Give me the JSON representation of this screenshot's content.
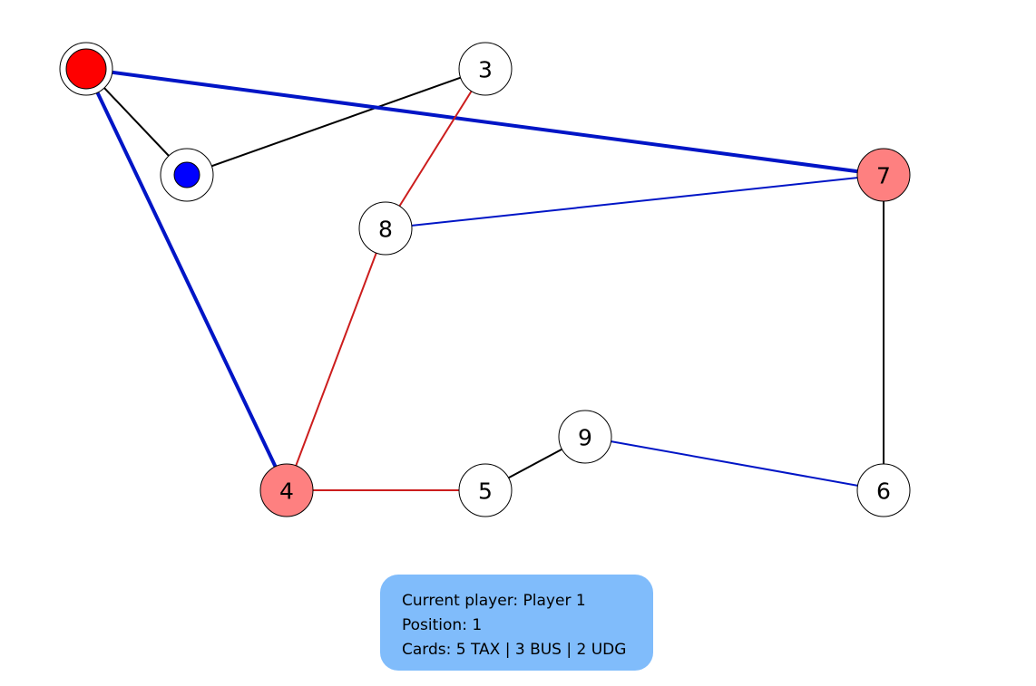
{
  "board": {
    "colors": {
      "default_node": "#ffffff",
      "highlighted_node": "#fe8080",
      "taxi_edge": "#000000",
      "bus_edge": "#0015c6",
      "underground_edge": "#cc1d1d",
      "player_1_token": "#fe0000",
      "player_2_token": "#0000ff"
    },
    "nodes": [
      {
        "id": "1",
        "label": "",
        "state": "occupied",
        "token": "player-1"
      },
      {
        "id": "2",
        "label": "",
        "state": "occupied",
        "token": "player-2"
      },
      {
        "id": "3",
        "label": "3",
        "state": "default"
      },
      {
        "id": "4",
        "label": "4",
        "state": "highlighted"
      },
      {
        "id": "5",
        "label": "5",
        "state": "default"
      },
      {
        "id": "6",
        "label": "6",
        "state": "default"
      },
      {
        "id": "7",
        "label": "7",
        "state": "highlighted"
      },
      {
        "id": "8",
        "label": "8",
        "state": "default"
      },
      {
        "id": "9",
        "label": "9",
        "state": "default"
      }
    ],
    "edges": [
      {
        "from": "1",
        "to": "2",
        "type": "taxi",
        "active": false
      },
      {
        "from": "2",
        "to": "3",
        "type": "taxi",
        "active": false
      },
      {
        "from": "1",
        "to": "7",
        "type": "bus",
        "active": true
      },
      {
        "from": "1",
        "to": "4",
        "type": "bus",
        "active": true
      },
      {
        "from": "3",
        "to": "8",
        "type": "underground",
        "active": false
      },
      {
        "from": "8",
        "to": "4",
        "type": "underground",
        "active": false
      },
      {
        "from": "8",
        "to": "7",
        "type": "bus",
        "active": false
      },
      {
        "from": "7",
        "to": "6",
        "type": "taxi",
        "active": false
      },
      {
        "from": "4",
        "to": "5",
        "type": "underground",
        "active": false
      },
      {
        "from": "5",
        "to": "9",
        "type": "taxi",
        "active": false
      },
      {
        "from": "9",
        "to": "6",
        "type": "bus",
        "active": false
      }
    ]
  },
  "info": {
    "current_player": "Current player: Player 1",
    "position": "Position: 1",
    "cards": "Cards: 5 TAX | 3 BUS | 2 UDG"
  }
}
